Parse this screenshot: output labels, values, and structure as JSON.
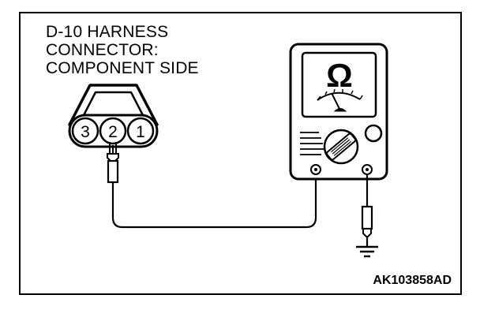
{
  "connector": {
    "label_line1": "D-10 HARNESS",
    "label_line2": "CONNECTOR:",
    "label_line3": "COMPONENT SIDE",
    "pins": [
      "3",
      "2",
      "1"
    ]
  },
  "meter": {
    "unit_symbol": "Ω"
  },
  "figure_code": "AK103858AD"
}
